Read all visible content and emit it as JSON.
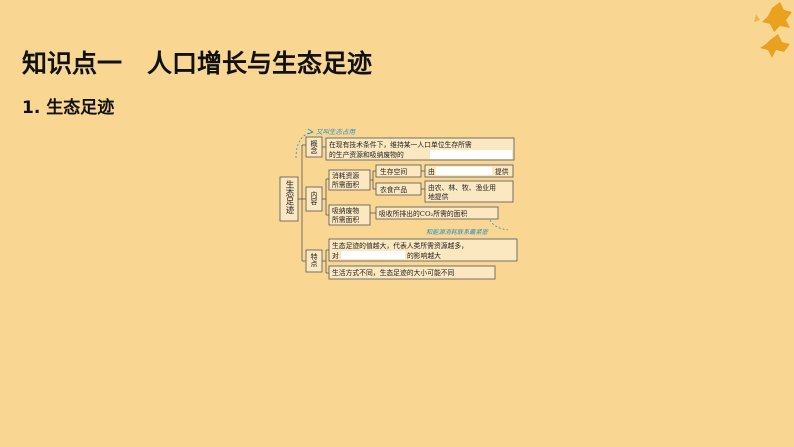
{
  "page": {
    "title": "知识点一　人口增长与生态足迹",
    "section_heading": "1. 生态足迹"
  },
  "colors": {
    "background": "#f9d793",
    "box_fill": "#fbe7c0",
    "line": "#555555",
    "annotation": "#2a8fbf",
    "leaf": "#e8a020"
  },
  "concept_map": {
    "root": "生态足迹",
    "branches": {
      "concept": {
        "label": "概念",
        "annotation": "又叫生态占用",
        "text_line1": "在现有技术条件下，维持某一人口单位生存所需",
        "text_line2": "的生产资源和吸纳废物的"
      },
      "content": {
        "label": "内容",
        "resources": {
          "label_line1": "消耗资源",
          "label_line2": "所需面积",
          "living_space_label": "生存空间",
          "living_space_prefix": "由",
          "living_space_suffix": "提供",
          "food_label": "衣食产品",
          "food_text_line1": "由农、林、牧、渔业用",
          "food_text_line2": "地提供"
        },
        "waste": {
          "label_line1": "吸纳废物",
          "label_line2": "所需面积",
          "text": "吸收所排出的CO₂所需的面积",
          "annotation": "和能源消耗联系最紧密"
        }
      },
      "features": {
        "label": "特点",
        "item1_line1": "生态足迹的值越大，代表人类所需资源越多，",
        "item1_line2_prefix": "对",
        "item1_line2_suffix": "的影响越大",
        "item2": "生活方式不同，生态足迹的大小可能不同"
      }
    }
  }
}
